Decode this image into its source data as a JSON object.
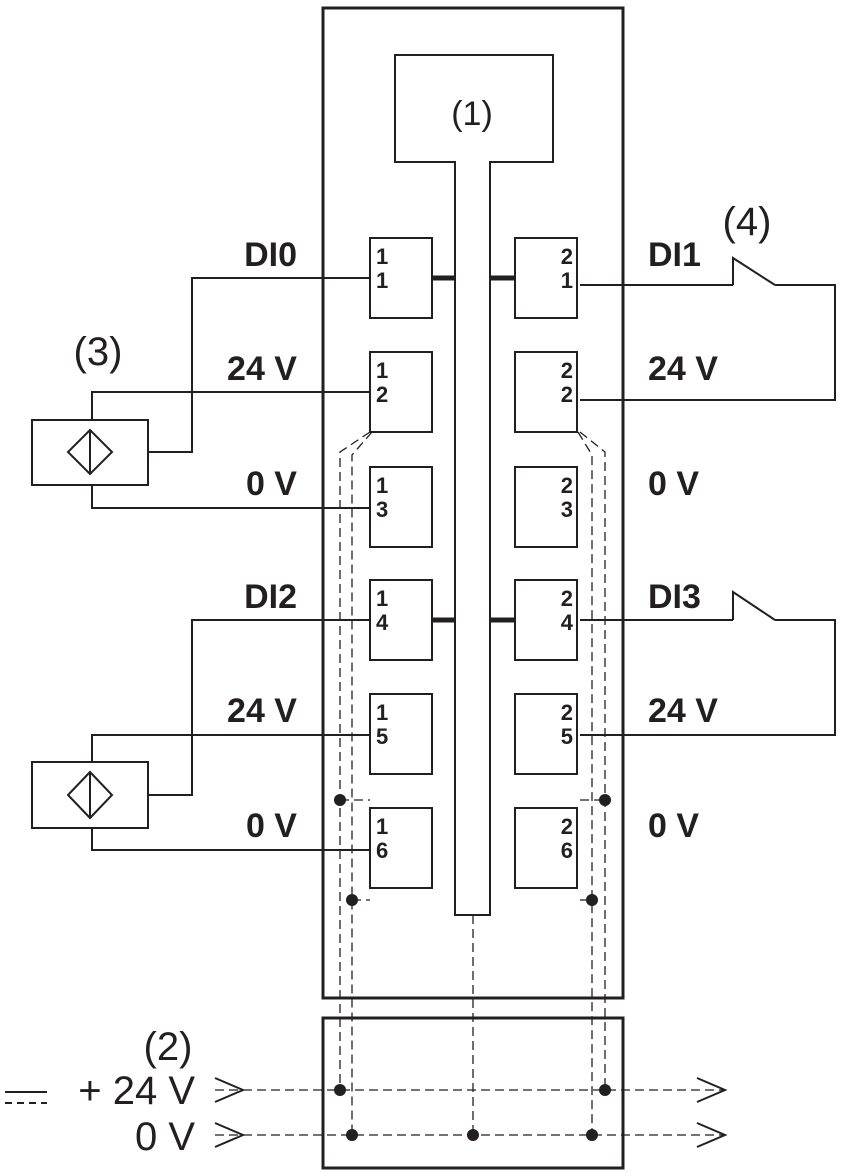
{
  "callouts": {
    "c1": "(1)",
    "c2": "(2)",
    "c3": "(3)",
    "c4": "(4)"
  },
  "left_labels": [
    "DI0",
    "24 V",
    "0 V",
    "DI2",
    "24 V",
    "0 V"
  ],
  "right_labels": [
    "DI1",
    "24 V",
    "0 V",
    "DI3",
    "24 V",
    "0 V"
  ],
  "terminals_left": [
    {
      "a": "1",
      "b": "1"
    },
    {
      "a": "1",
      "b": "2"
    },
    {
      "a": "1",
      "b": "3"
    },
    {
      "a": "1",
      "b": "4"
    },
    {
      "a": "1",
      "b": "5"
    },
    {
      "a": "1",
      "b": "6"
    }
  ],
  "terminals_right": [
    {
      "a": "2",
      "b": "1"
    },
    {
      "a": "2",
      "b": "2"
    },
    {
      "a": "2",
      "b": "3"
    },
    {
      "a": "2",
      "b": "4"
    },
    {
      "a": "2",
      "b": "5"
    },
    {
      "a": "2",
      "b": "6"
    }
  ],
  "supply": {
    "plus": "+ 24 V",
    "zero": "0 V"
  },
  "colors": {
    "line": "#231f20",
    "background": "#ffffff"
  }
}
